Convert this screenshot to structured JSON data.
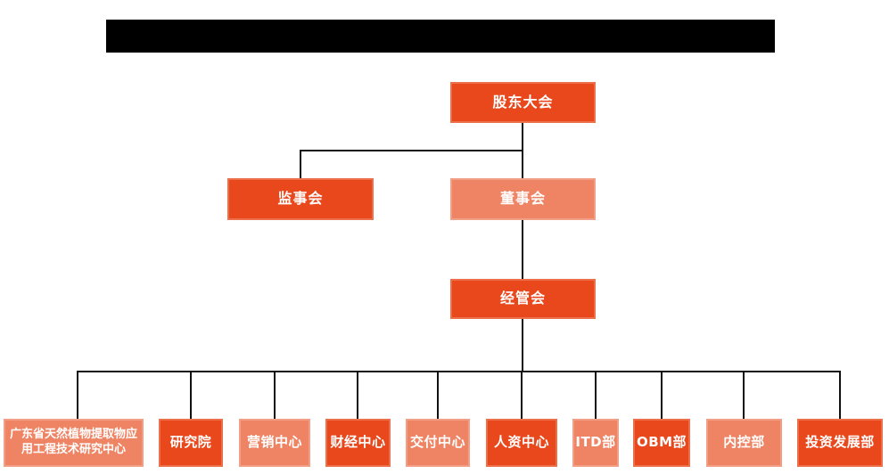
{
  "header": {
    "redacted_title": true
  },
  "colors": {
    "primary": "#E8481C",
    "secondary": "#EE8464",
    "line": "#111111",
    "redacted": "#000000",
    "node_text": "#FFFFFF",
    "background": "#FFFFFF"
  },
  "org": {
    "root": {
      "label": "股东大会"
    },
    "level2": [
      {
        "label": "监事会"
      },
      {
        "label": "董事会"
      }
    ],
    "level3": {
      "label": "经管会"
    },
    "departments": [
      {
        "label": "广东省天然植物提取物应用工程技术研究中心"
      },
      {
        "label": "研究院"
      },
      {
        "label": "营销中心"
      },
      {
        "label": "财经中心"
      },
      {
        "label": "交付中心"
      },
      {
        "label": "人资中心"
      },
      {
        "label": "ITD部"
      },
      {
        "label": "OBM部"
      },
      {
        "label": "内控部"
      },
      {
        "label": "投资发展部"
      }
    ]
  }
}
